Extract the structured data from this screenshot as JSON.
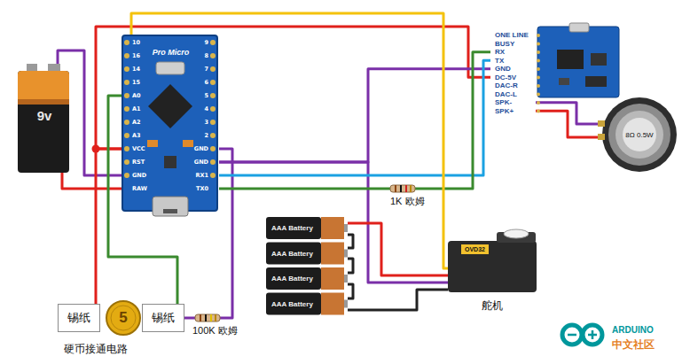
{
  "diagram": {
    "nodes": [
      {
        "text": [
          "9v"
        ]
      },
      {
        "text": [
          "Pro Micro"
        ]
      },
      {
        "text": [
          "ONE LINE",
          "BUSY",
          "RX",
          "TX",
          "GND",
          "DC-5V",
          "DAC-R",
          "DAC-L",
          "SPK-",
          "SPK+"
        ]
      },
      {
        "text": [
          "8Ω 0.5W"
        ]
      },
      {
        "text": [
          "AAA Battery"
        ]
      },
      {
        "text": [
          "AAA Battery"
        ]
      },
      {
        "text": [
          "AAA Battery"
        ]
      },
      {
        "text": [
          "AAA Battery"
        ]
      },
      {
        "text": [
          "OVD32"
        ]
      },
      {
        "text": [
          "锡纸"
        ]
      },
      {
        "text": [
          "5"
        ]
      },
      {
        "text": [
          "锡纸"
        ]
      }
    ],
    "edges": [
      {
        "from": 0,
        "to": 1,
        "arrow": "none"
      },
      {
        "from": 0,
        "to": 1,
        "arrow": "none"
      },
      {
        "from": 1,
        "to": 2,
        "arrow": "none"
      },
      {
        "from": 9,
        "to": 1,
        "arrow": "none"
      },
      {
        "from": 11,
        "to": 1,
        "arrow": "none"
      },
      {
        "from": 11,
        "to": 1,
        "arrow": "none"
      },
      {
        "from": 1,
        "to": 2,
        "arrow": "none"
      },
      {
        "from": 1,
        "to": 8,
        "arrow": "none"
      },
      {
        "from": 1,
        "to": 2,
        "arrow": "none"
      },
      {
        "from": 1,
        "to": 2,
        "arrow": "none"
      },
      {
        "from": 1,
        "to": 8,
        "arrow": "none"
      },
      {
        "from": 2,
        "to": 3,
        "arrow": "none"
      },
      {
        "from": 2,
        "to": 3,
        "arrow": "none"
      },
      {
        "from": 4,
        "to": 8,
        "arrow": "none"
      },
      {
        "from": 7,
        "to": 8,
        "arrow": "none"
      },
      {
        "from": 4,
        "to": 5,
        "arrow": "none"
      },
      {
        "from": 5,
        "to": 6,
        "arrow": "none"
      },
      {
        "from": 6,
        "to": 7,
        "arrow": "none"
      }
    ],
    "labels": [
      "10",
      "16",
      "14",
      "15",
      "A0",
      "A1",
      "A2",
      "A3",
      "VCC",
      "RST",
      "GND",
      "RAW",
      "9",
      "8",
      "7",
      "6",
      "5",
      "4",
      "3",
      "2",
      "GND",
      "GND",
      "RX1",
      "TX0",
      "1K 欧姆",
      "100K 欧姆",
      "硬币接通电路",
      "舵机",
      "ARDUINO",
      "中文社区"
    ]
  }
}
